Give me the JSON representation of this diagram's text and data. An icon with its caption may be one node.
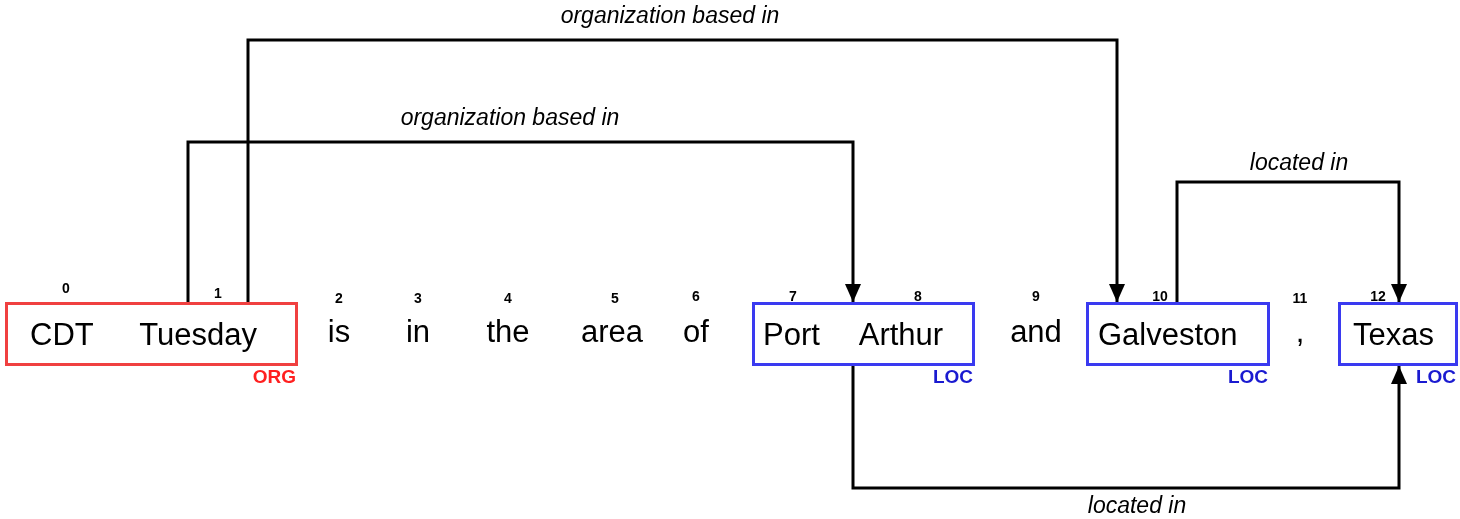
{
  "diagram": {
    "nodes": [
      {
        "text": [
          "CDT Tuesday"
        ],
        "beside": [
          "ORG"
        ]
      },
      {
        "text": [
          "Port Arthur"
        ],
        "beside": [
          "LOC"
        ]
      },
      {
        "text": [
          "Galveston"
        ],
        "beside": [
          "LOC"
        ]
      },
      {
        "text": [
          "Texas"
        ],
        "beside": [
          "LOC"
        ]
      }
    ],
    "edges": [
      {
        "from": 0,
        "to": 1,
        "arrow": "to",
        "label": "organization based in"
      },
      {
        "from": 0,
        "to": 2,
        "arrow": "to",
        "label": "organization based in"
      },
      {
        "from": 2,
        "to": 3,
        "arrow": "to",
        "label": "located in"
      },
      {
        "from": 1,
        "to": 3,
        "arrow": "to",
        "label": "located in"
      }
    ],
    "labels": [
      "0",
      "1",
      "2",
      "3",
      "4",
      "5",
      "6",
      "7",
      "8",
      "9",
      "10",
      "11",
      "12",
      "is",
      "in",
      "the",
      "area",
      "of",
      "and",
      ","
    ]
  }
}
